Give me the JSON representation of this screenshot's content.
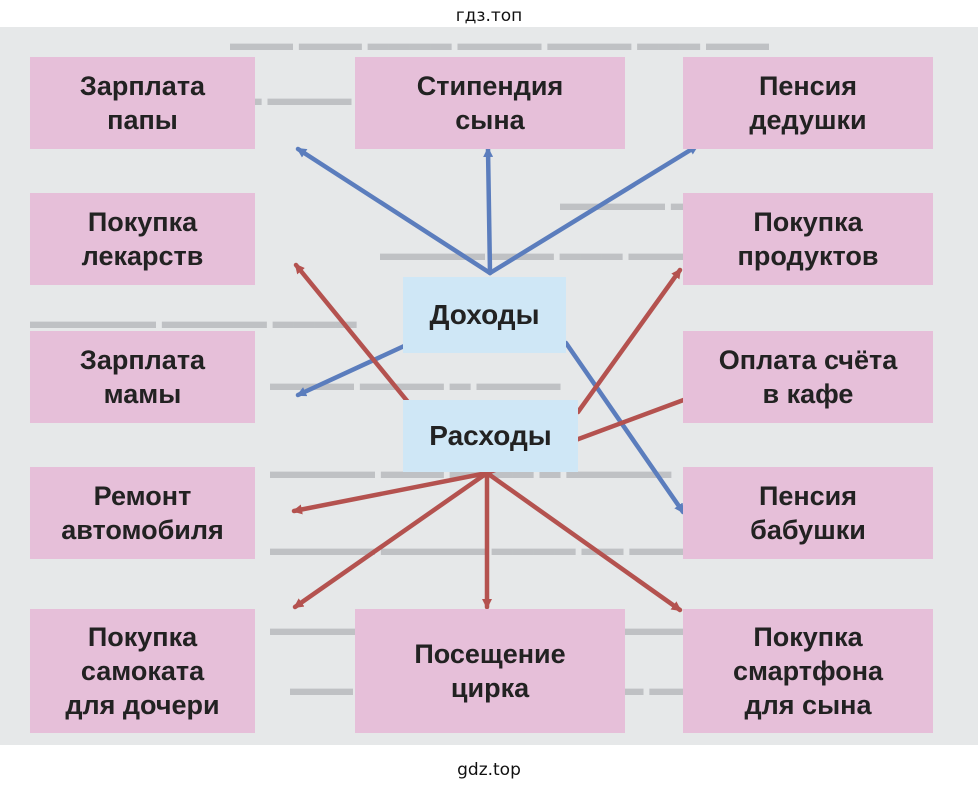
{
  "watermark_top": "гдз.топ",
  "watermark_bottom": "gdz.top",
  "colors": {
    "income_arrow": "#5b7dbd",
    "expense_arrow": "#b4524f",
    "card": "#e6bfd9",
    "center": "#cfe7f6",
    "panel": "#e6e8e9"
  },
  "center_nodes": {
    "income": "Доходы",
    "expenses": "Расходы"
  },
  "cards": {
    "father_salary": "Зарплата\nпапы",
    "son_stipend": "Стипендия\nсына",
    "grandfather_pension": "Пенсия\nдедушки",
    "medicine_purchase": "Покупка\nлекарств",
    "food_purchase": "Покупка\nпродуктов",
    "mother_salary": "Зарплата\nмамы",
    "cafe_bill": "Оплата  счёта\nв  кафе",
    "car_repair": "Ремонт\nавтомобиля",
    "grandmother_pension": "Пенсия\nбабушки",
    "scooter_purchase": "Покупка\nсамоката\nдля  дочери",
    "circus_visit": "Посещение\nцирка",
    "smartphone_purchase": "Покупка\nсмартфона\nдля  сына"
  },
  "links": {
    "income": [
      "father_salary",
      "son_stipend",
      "grandfather_pension",
      "mother_salary",
      "grandmother_pension"
    ],
    "expenses": [
      "medicine_purchase",
      "food_purchase",
      "cafe_bill",
      "car_repair",
      "scooter_purchase",
      "circus_visit",
      "smartphone_purchase"
    ]
  }
}
